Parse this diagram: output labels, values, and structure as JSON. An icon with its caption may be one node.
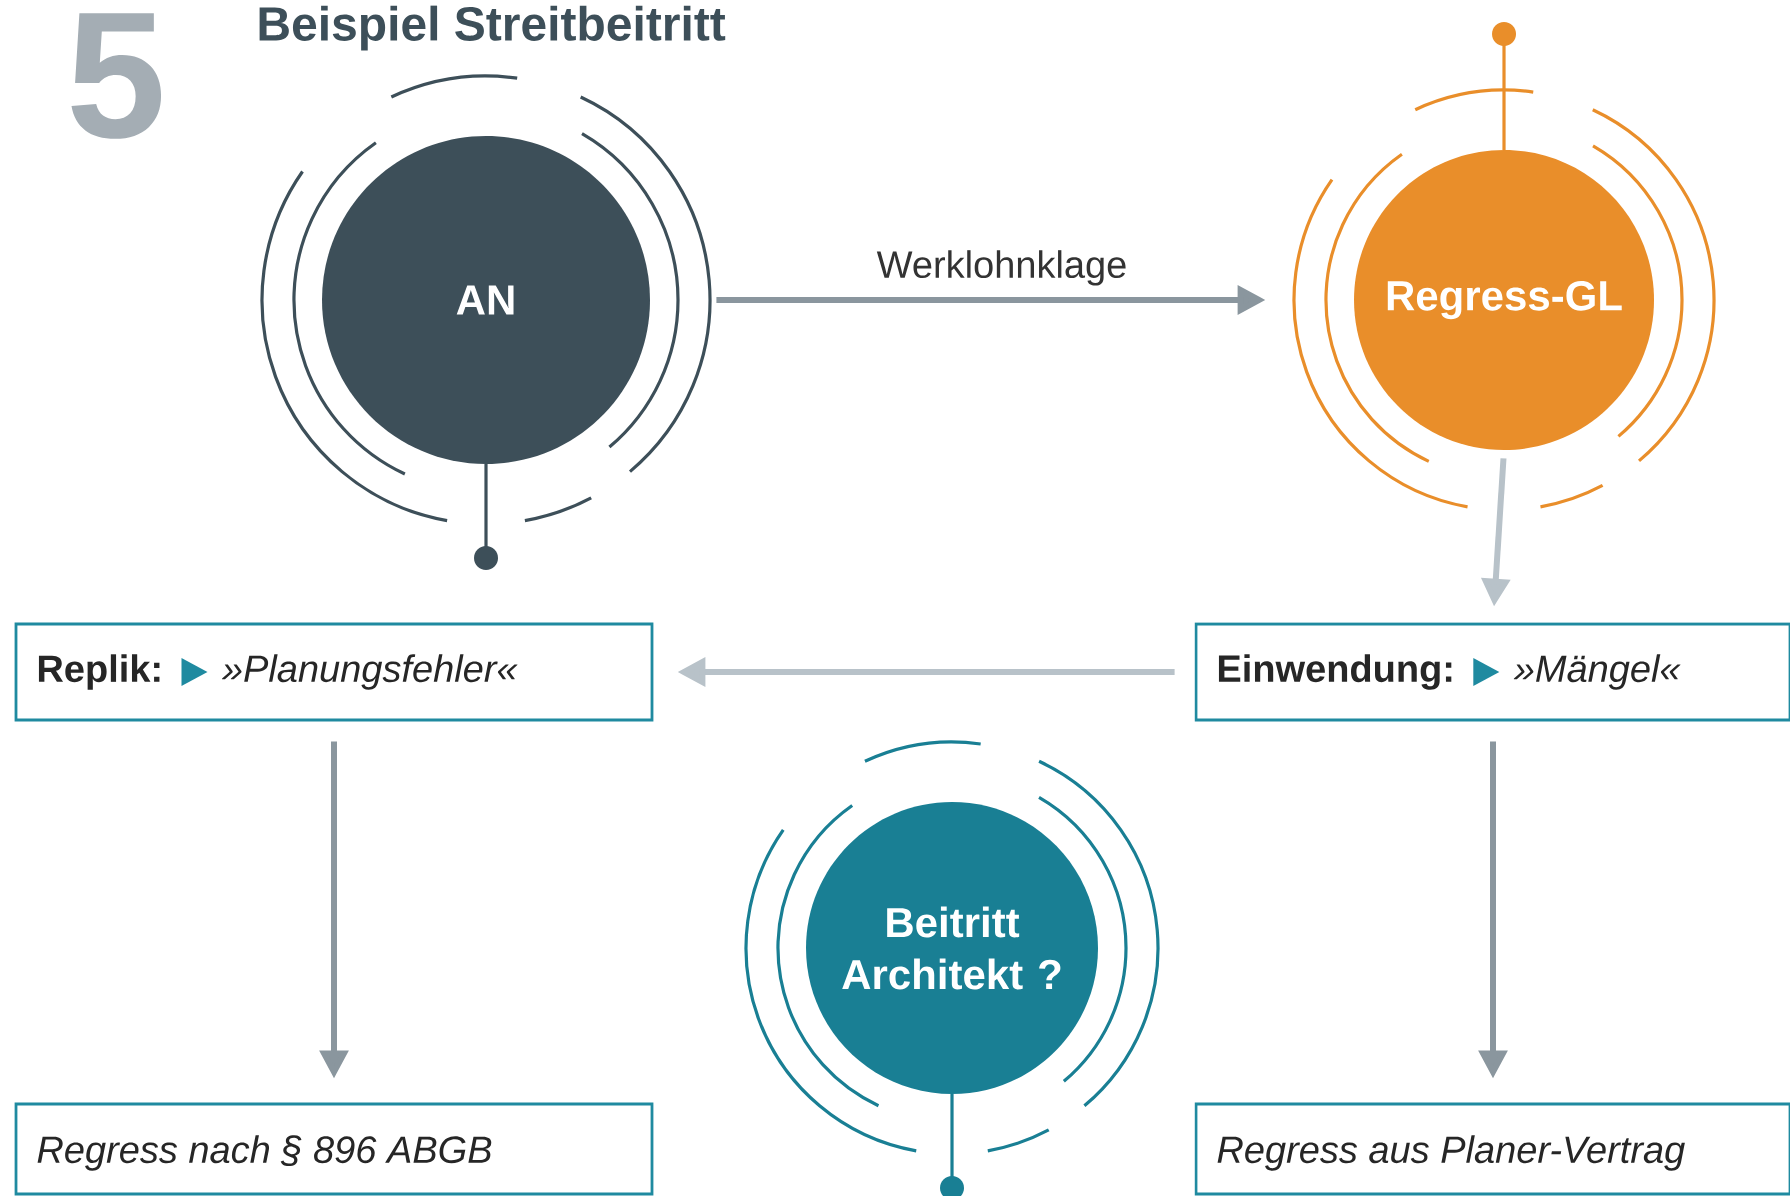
{
  "diagram": {
    "title": "Beispiel Streitbeitritt",
    "nodes": [
      {
        "text": [
          "AN"
        ]
      },
      {
        "text": [
          "Regress-GL"
        ]
      },
      {
        "text": [
          "Replik:",
          "»Planungsfehler«"
        ]
      },
      {
        "text": [
          "Einwendung:",
          "»Mängel«"
        ]
      },
      {
        "text": [
          "Beitritt Architekt ?"
        ]
      },
      {
        "text": [
          "Regress nach § 896 ABGB"
        ]
      },
      {
        "text": [
          "Regress aus Planer-Vertrag"
        ]
      }
    ],
    "edges": [
      {
        "from": 0,
        "to": 1,
        "arrow": "to",
        "label": "Werklohnklage"
      },
      {
        "from": 1,
        "to": 3,
        "arrow": "to",
        "color": "#b8c2c9"
      },
      {
        "from": 3,
        "to": 2,
        "arrow": "to",
        "color": "#b8c2c9"
      },
      {
        "from": 2,
        "to": 5,
        "arrow": "to"
      },
      {
        "from": 3,
        "to": 6,
        "arrow": "to"
      }
    ],
    "labels": [
      "5"
    ]
  }
}
